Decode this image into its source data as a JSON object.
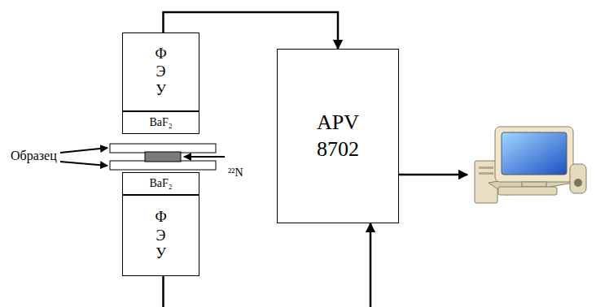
{
  "diagram": {
    "nodes": [
      {
        "text": [
          "Ф Э У"
        ]
      },
      {
        "text": [
          "BaF₂"
        ]
      },
      {
        "text": [
          "BaF₂"
        ]
      },
      {
        "text": [
          "Ф Э У"
        ]
      },
      {
        "text": [
          "APV 8702"
        ]
      }
    ],
    "edges": [
      {
        "from": 0,
        "to": 4,
        "arrow": "to"
      },
      {
        "from": 3,
        "to": 4,
        "arrow": "to"
      }
    ],
    "labels": [
      "Образец",
      "²²N"
    ]
  }
}
